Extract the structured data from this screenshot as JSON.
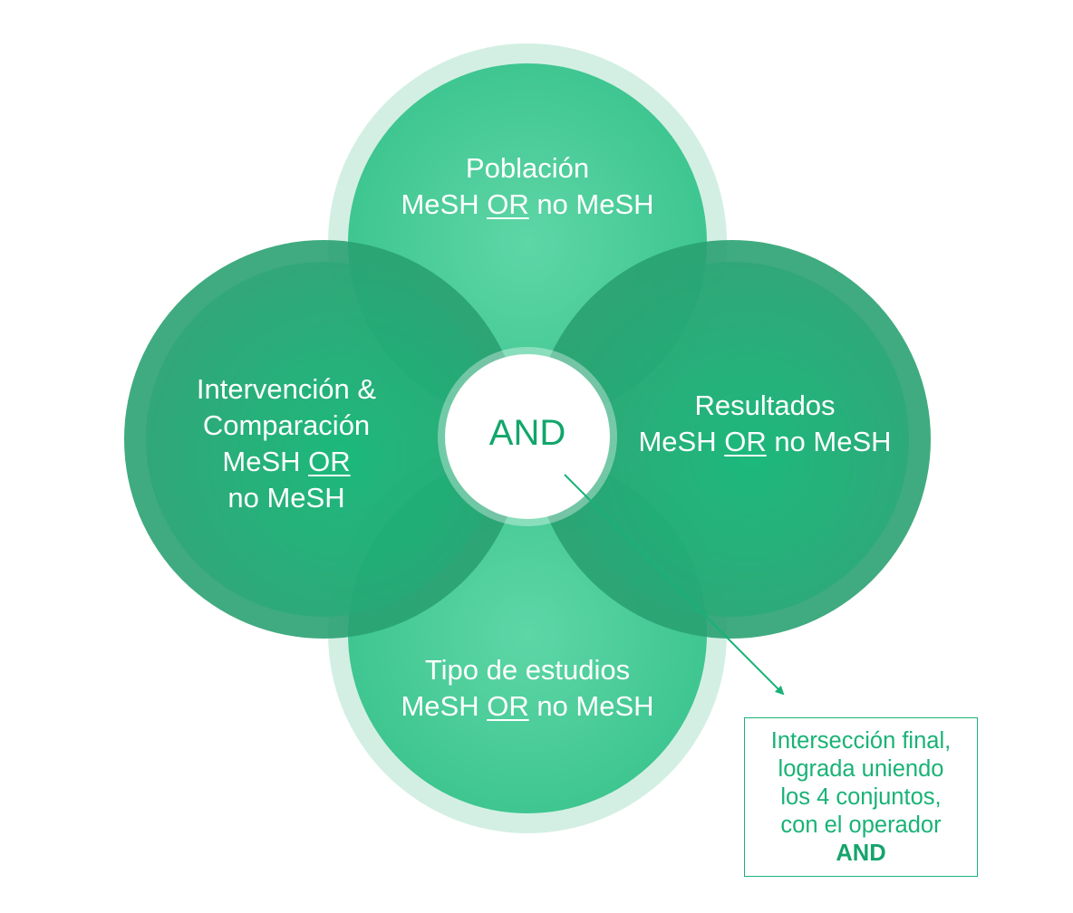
{
  "center_operator": "AND",
  "sets": {
    "top": {
      "title": "Población",
      "line_pre": "MeSH ",
      "line_op": "OR",
      "line_post": " no MeSH"
    },
    "left": {
      "title_1": "Intervención &",
      "title_2": "Comparación",
      "line_pre": "MeSH ",
      "line_op": "OR",
      "line_2": "no MeSH"
    },
    "right": {
      "title": "Resultados",
      "line_pre": "MeSH ",
      "line_op": "OR",
      "line_post": " no MeSH"
    },
    "bottom": {
      "title": "Tipo de estudios",
      "line_pre": "MeSH ",
      "line_op": "OR",
      "line_post": " no MeSH"
    }
  },
  "note": {
    "lines": [
      "Intersección final,",
      "lograda uniendo",
      "los 4 conjuntos,",
      "con el operador"
    ],
    "emphasis": "AND"
  },
  "colors": {
    "light_circle": "#4ccd9a",
    "dark_circle": "#17b679",
    "ring": "#cdeee0",
    "accent": "#19b277"
  }
}
